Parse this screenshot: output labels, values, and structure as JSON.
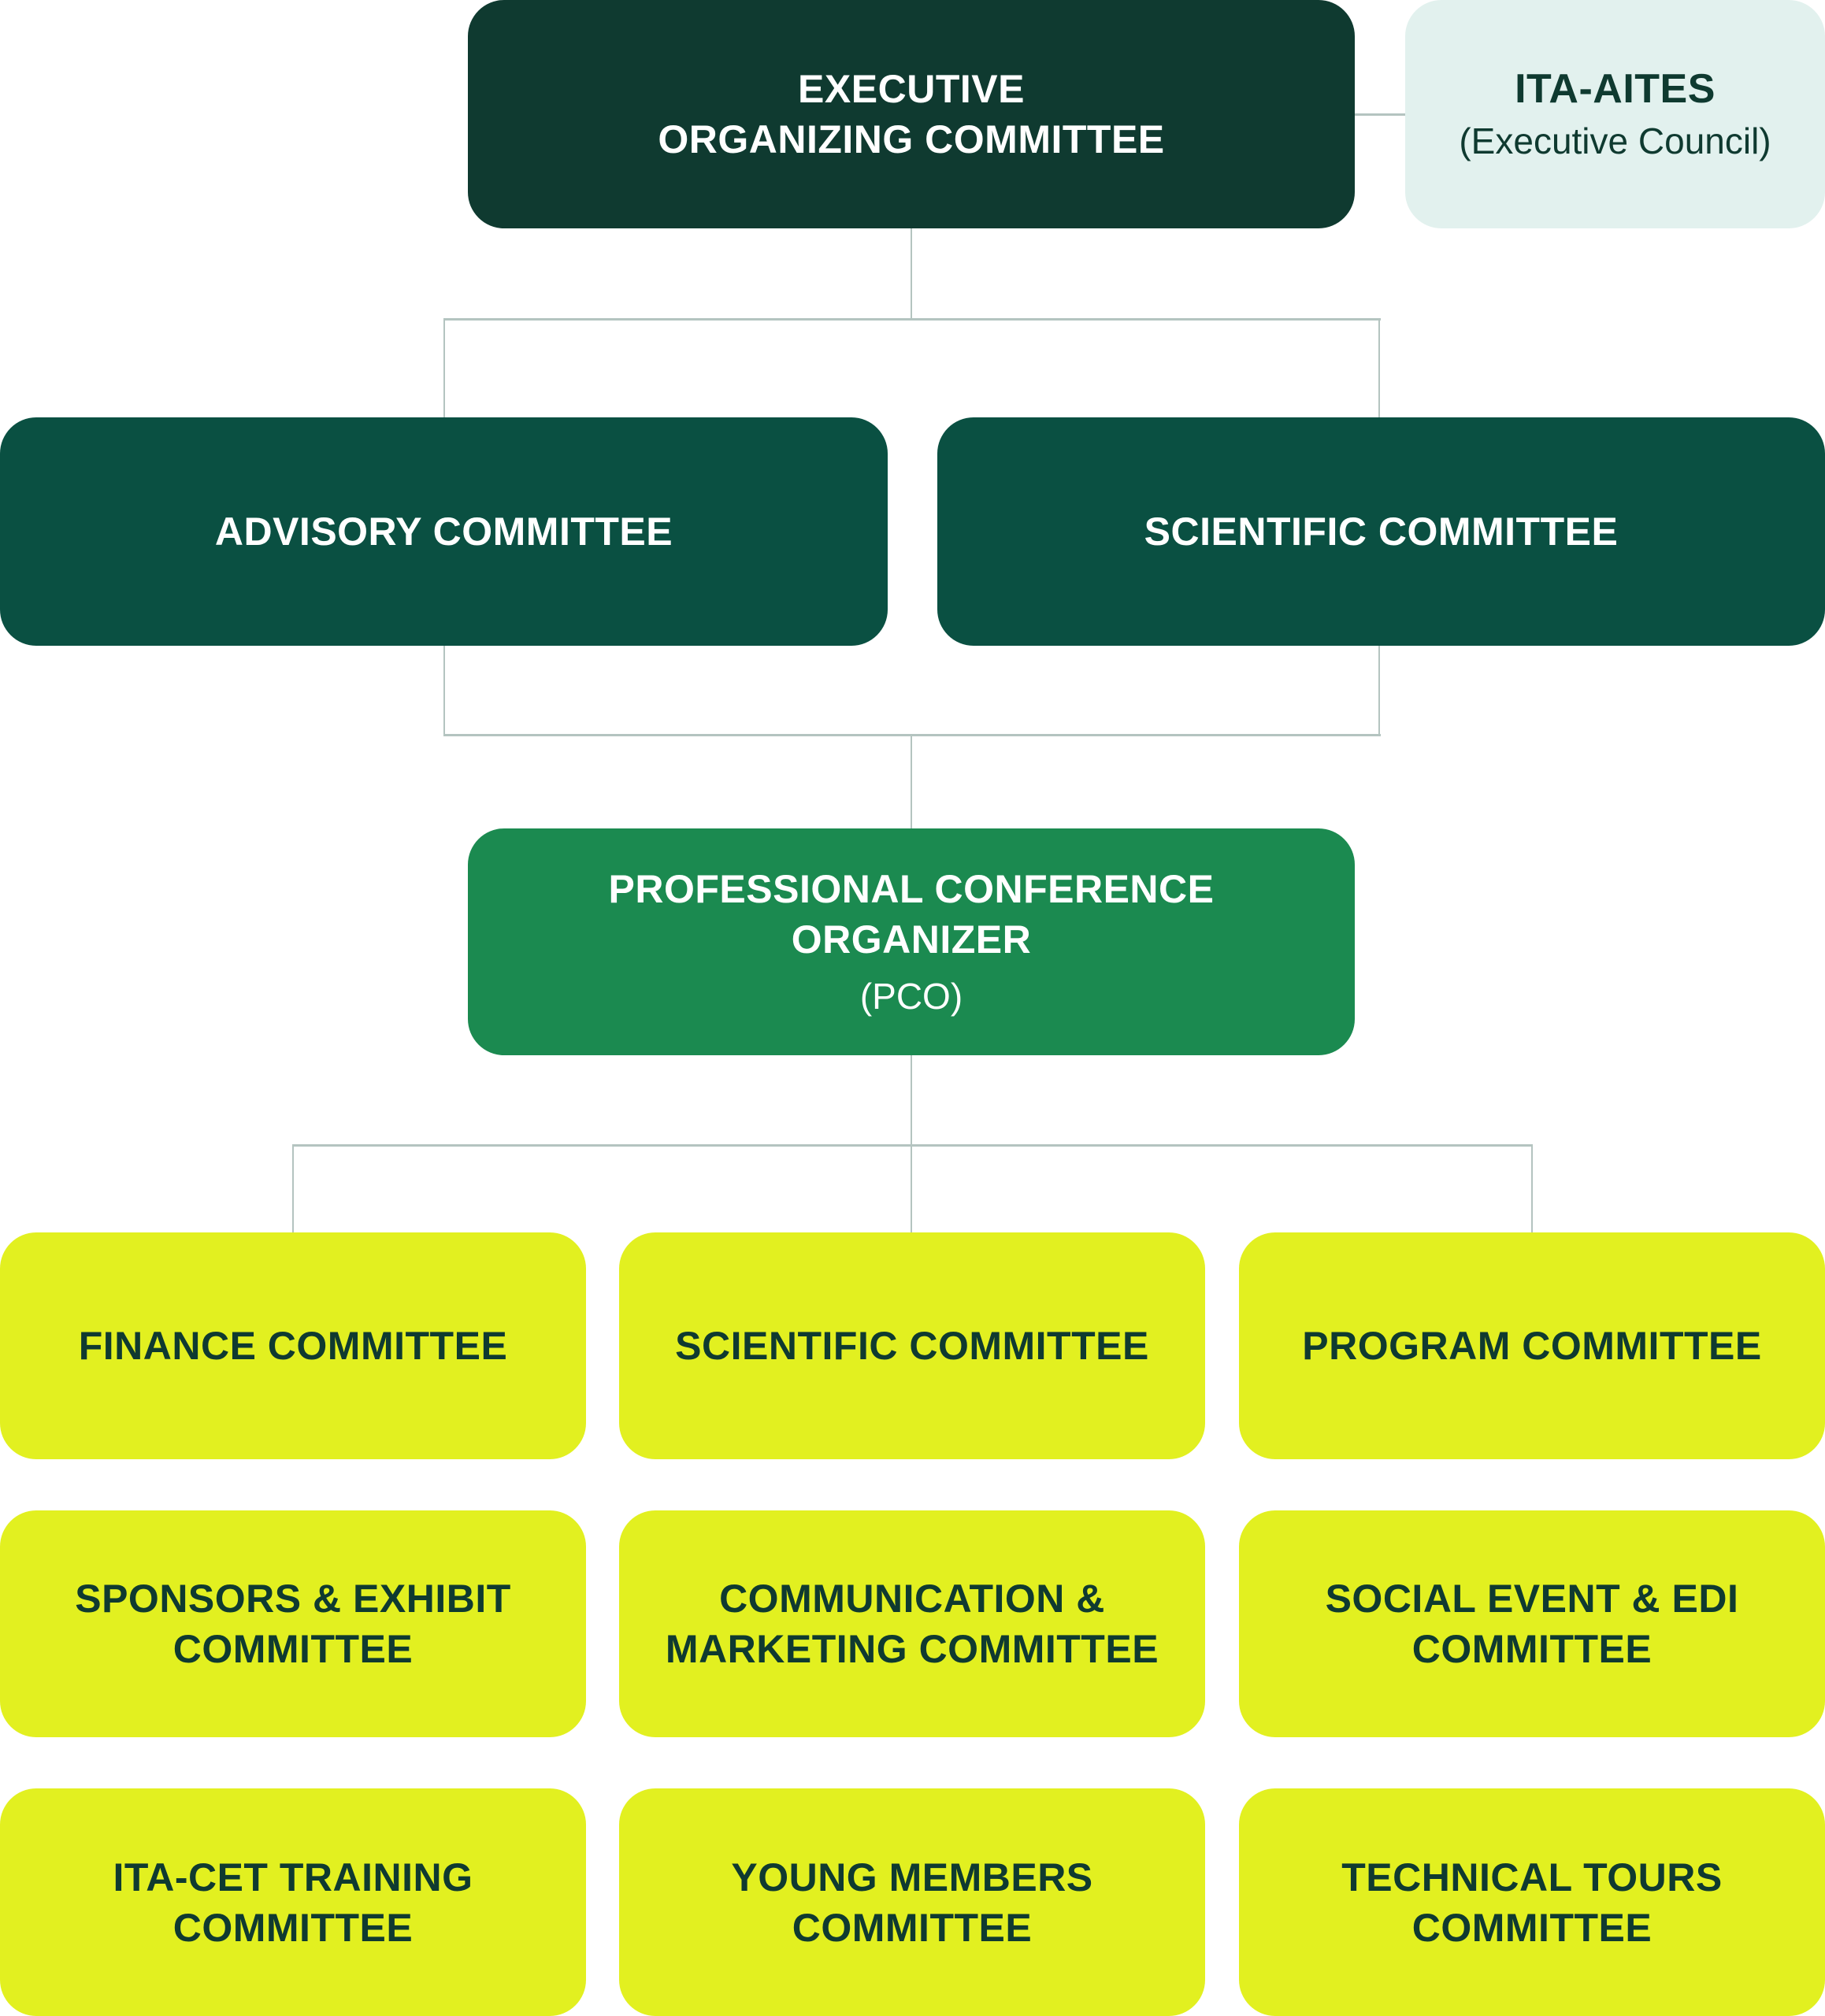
{
  "diagram": {
    "type": "organizational-chart",
    "colors": {
      "executive": "#0f3a30",
      "partner": "#e2f1ee",
      "mid_level": "#0a5042",
      "pco": "#1b8a50",
      "committees": "#e2f020",
      "connector": "#b4c4c0",
      "dark_text": "#0f3a30",
      "light_text": "#ffffff"
    },
    "executive": {
      "title": "EXECUTIVE\nORGANIZING COMMITTEE"
    },
    "partner": {
      "title": "ITA-AITES",
      "subtitle": "(Executive Council)"
    },
    "mid_level": [
      {
        "title": "ADVISORY COMMITTEE"
      },
      {
        "title": "SCIENTIFIC COMMITTEE"
      }
    ],
    "pco": {
      "title": "PROFESSIONAL CONFERENCE\nORGANIZER",
      "subtitle": "(PCO)"
    },
    "committees": [
      {
        "title": "FINANCE COMMITTEE"
      },
      {
        "title": "SCIENTIFIC COMMITTEE"
      },
      {
        "title": "PROGRAM COMMITTEE"
      },
      {
        "title": "SPONSORS & EXHIBIT\nCOMMITTEE"
      },
      {
        "title": "COMMUNICATION &\nMARKETING COMMITTEE"
      },
      {
        "title": "SOCIAL EVENT & EDI\nCOMMITTEE"
      },
      {
        "title": "ITA-CET TRAINING\nCOMMITTEE"
      },
      {
        "title": "YOUNG MEMBERS\nCOMMITTEE"
      },
      {
        "title": "TECHNICAL TOURS\nCOMMITTEE"
      }
    ]
  }
}
